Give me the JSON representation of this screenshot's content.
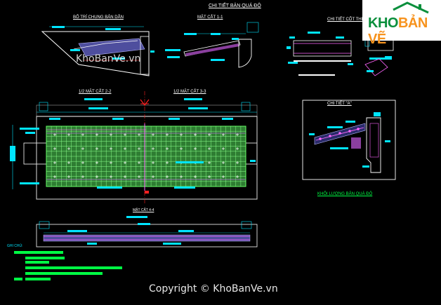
{
  "sheet_title": "CHI TIẾT BẢN QUÁ ĐỘ",
  "views": {
    "general_layout": "BỐ TRÍ CHUNG BẢN DẪN",
    "section_1_1": "MẶT CẮT 1-1",
    "steel_detail": "CHI TIẾT CỐT THÉP",
    "half_section_2_2": "1/2 MẶT CẮT 2-2",
    "half_section_3_3": "1/2 MẶT CẮT 3-3",
    "detail_a": "CHI TIẾT \"A\"",
    "section_4_4": "MẶT CẮT 4-4",
    "quantities": "KHỐI LƯỢNG BẢN QUÁ ĐỘ",
    "notes_heading": "GHI CHÚ:"
  },
  "watermark": {
    "site": "KhoBanVe.vn",
    "copyright": "Copyright © KhoBanVe.vn"
  },
  "logo": {
    "text_green": "KHO",
    "text_orange": "BẢN VẼ"
  },
  "colors": {
    "background": "#000000",
    "mesh_fill": "#2e7d32",
    "mesh_line": "#66ff66",
    "dim_cyan": "#00e5ff",
    "notes_green": "#00ff44",
    "title_white": "#ffffff",
    "rebar_magenta": "#ff66ff",
    "marker_red": "#ff2020"
  }
}
